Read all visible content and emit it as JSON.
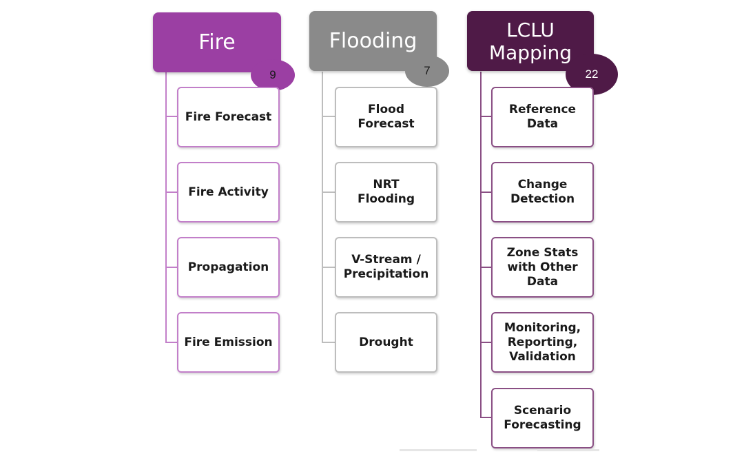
{
  "colors": {
    "fire": "#9b3fa3",
    "fire_line": "#c27fc9",
    "flooding": "#8a8a8a",
    "flooding_line": "#bdbdbd",
    "lclu": "#4f1a47",
    "lclu_line": "#8a4f84"
  },
  "columns": [
    {
      "title": "Fire",
      "count": "9",
      "items": [
        "Fire Forecast",
        "Fire Activity",
        "Propagation",
        "Fire Emission"
      ]
    },
    {
      "title": "Flooding",
      "count": "7",
      "items": [
        "Flood\nForecast",
        "NRT\nFlooding",
        "V-Stream /\nPrecipitation",
        "Drought"
      ]
    },
    {
      "title": "LCLU\nMapping",
      "count": "22",
      "items": [
        "Reference\nData",
        "Change\nDetection",
        "Zone Stats\nwith Other\nData",
        "Monitoring,\nReporting,\nValidation",
        "Scenario\nForecasting"
      ]
    }
  ]
}
